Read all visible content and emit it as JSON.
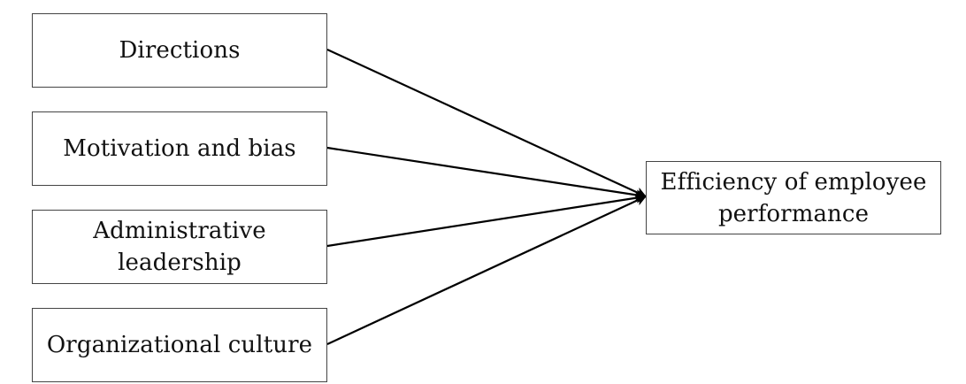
{
  "diagram": {
    "inputs": [
      {
        "label": "Directions"
      },
      {
        "label": "Motivation and bias"
      },
      {
        "label": "Administrative leadership"
      },
      {
        "label": "Organizational culture"
      }
    ],
    "output": {
      "label": "Efficiency of employee performance"
    },
    "colors": {
      "box_border": "#444444",
      "arrow": "#000000",
      "text": "#111111"
    }
  }
}
